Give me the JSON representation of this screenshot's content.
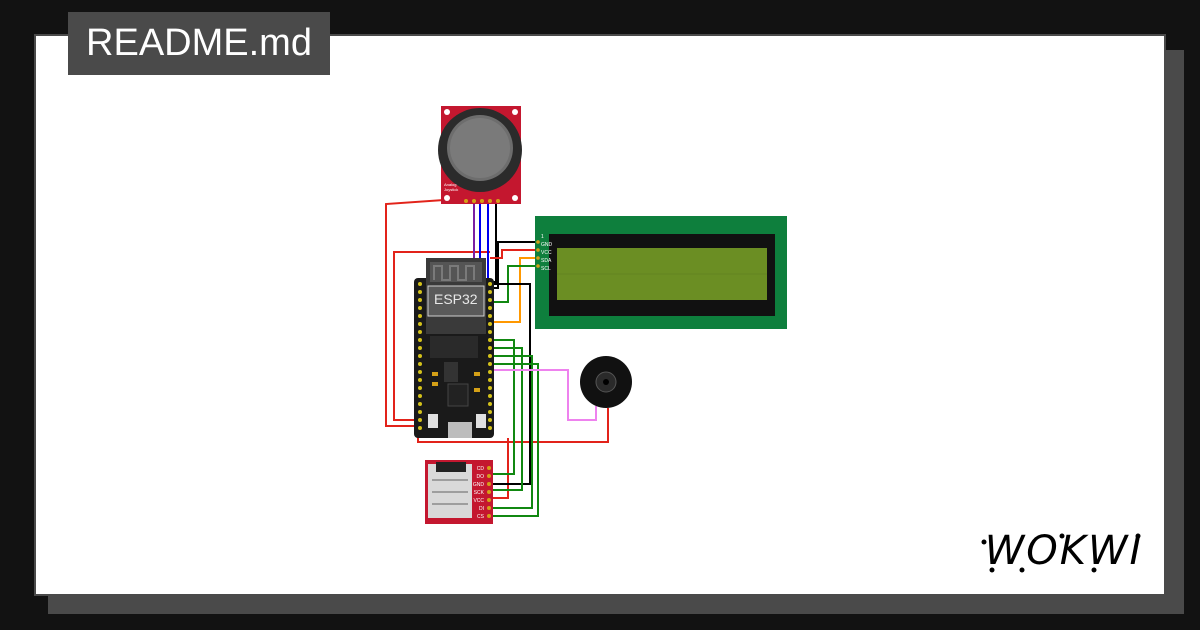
{
  "header": {
    "title": "README.md"
  },
  "brand": {
    "name": "WOKWI"
  },
  "components": {
    "mcu": {
      "label": "ESP32"
    },
    "joystick": {
      "label_line1": "Analog",
      "label_line2": "Joystick"
    },
    "lcd": {
      "pins": [
        "1",
        "GND",
        "VCC",
        "SDA",
        "SCL"
      ]
    },
    "sd_card": {
      "pins": [
        "CD",
        "DO",
        "GND",
        "SCK",
        "VCC",
        "DI",
        "CS"
      ]
    }
  },
  "colors": {
    "background": "#121212",
    "card": "#ffffff",
    "frame": "#4a4a4a",
    "wire_red": "#e2231a",
    "wire_black": "#000000",
    "wire_blue": "#0000ee",
    "wire_purple": "#7b1fa2",
    "wire_orange": "#ff9800",
    "wire_green": "#118811",
    "wire_pink": "#ee82ee",
    "lcd_board": "#0e7f3d",
    "lcd_screen": "#6b8e23",
    "breakout_red": "#c4172f"
  }
}
